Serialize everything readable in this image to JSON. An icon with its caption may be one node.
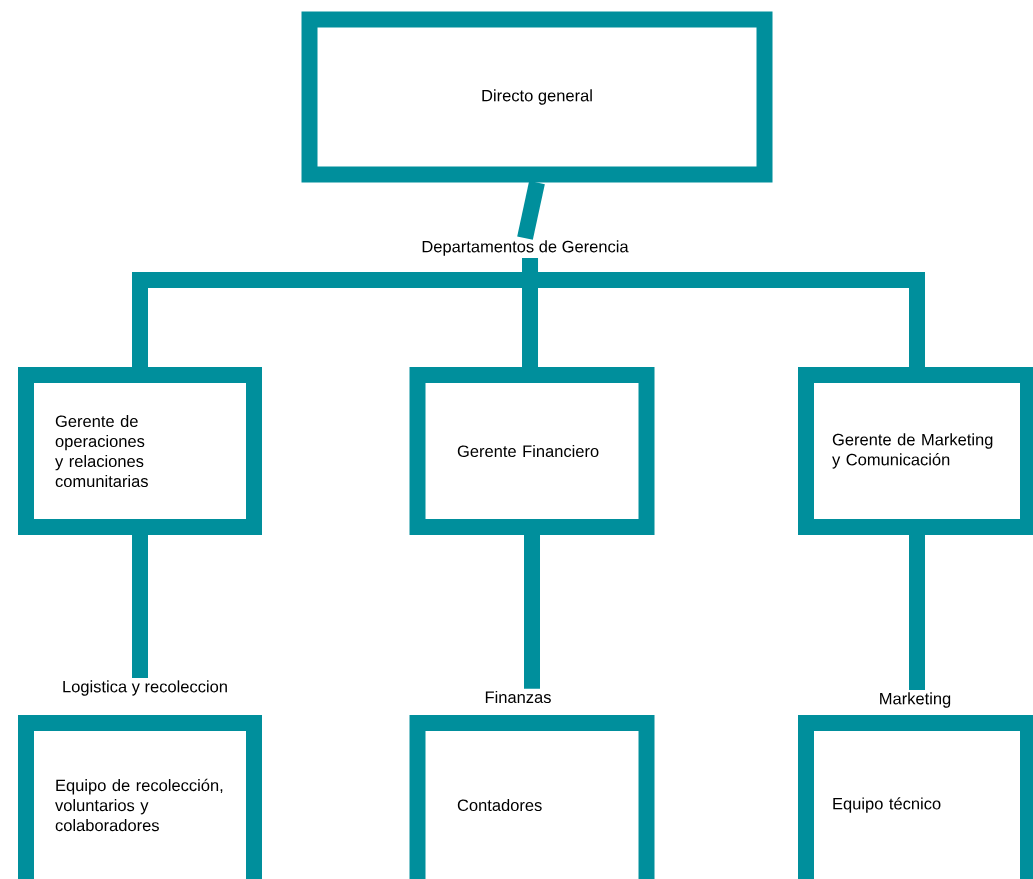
{
  "diagram": {
    "nodes": [
      {
        "text": [
          "Directo general"
        ]
      },
      {
        "text": [
          "Departamentos de Gerencia"
        ]
      },
      {
        "text": [
          "Gerente de operaciones y relaciones comunitarias"
        ]
      },
      {
        "text": [
          "Gerente Financiero"
        ]
      },
      {
        "text": [
          "Gerente de Marketing y Comunicación"
        ]
      },
      {
        "text": [
          "Logistica y recoleccion",
          "Equipo de recolección, voluntarios y colaboradores"
        ]
      },
      {
        "text": [
          "Finanzas",
          "Contadores"
        ]
      },
      {
        "text": [
          "Marketing",
          "Equipo técnico"
        ]
      }
    ],
    "edges": [
      {
        "from": 0,
        "to": 1,
        "arrow": "none"
      },
      {
        "from": 1,
        "to": 2,
        "arrow": "none"
      },
      {
        "from": 1,
        "to": 3,
        "arrow": "none"
      },
      {
        "from": 1,
        "to": 4,
        "arrow": "none"
      },
      {
        "from": 2,
        "to": 5,
        "arrow": "none"
      },
      {
        "from": 3,
        "to": 6,
        "arrow": "none"
      },
      {
        "from": 4,
        "to": 7,
        "arrow": "none"
      }
    ]
  }
}
